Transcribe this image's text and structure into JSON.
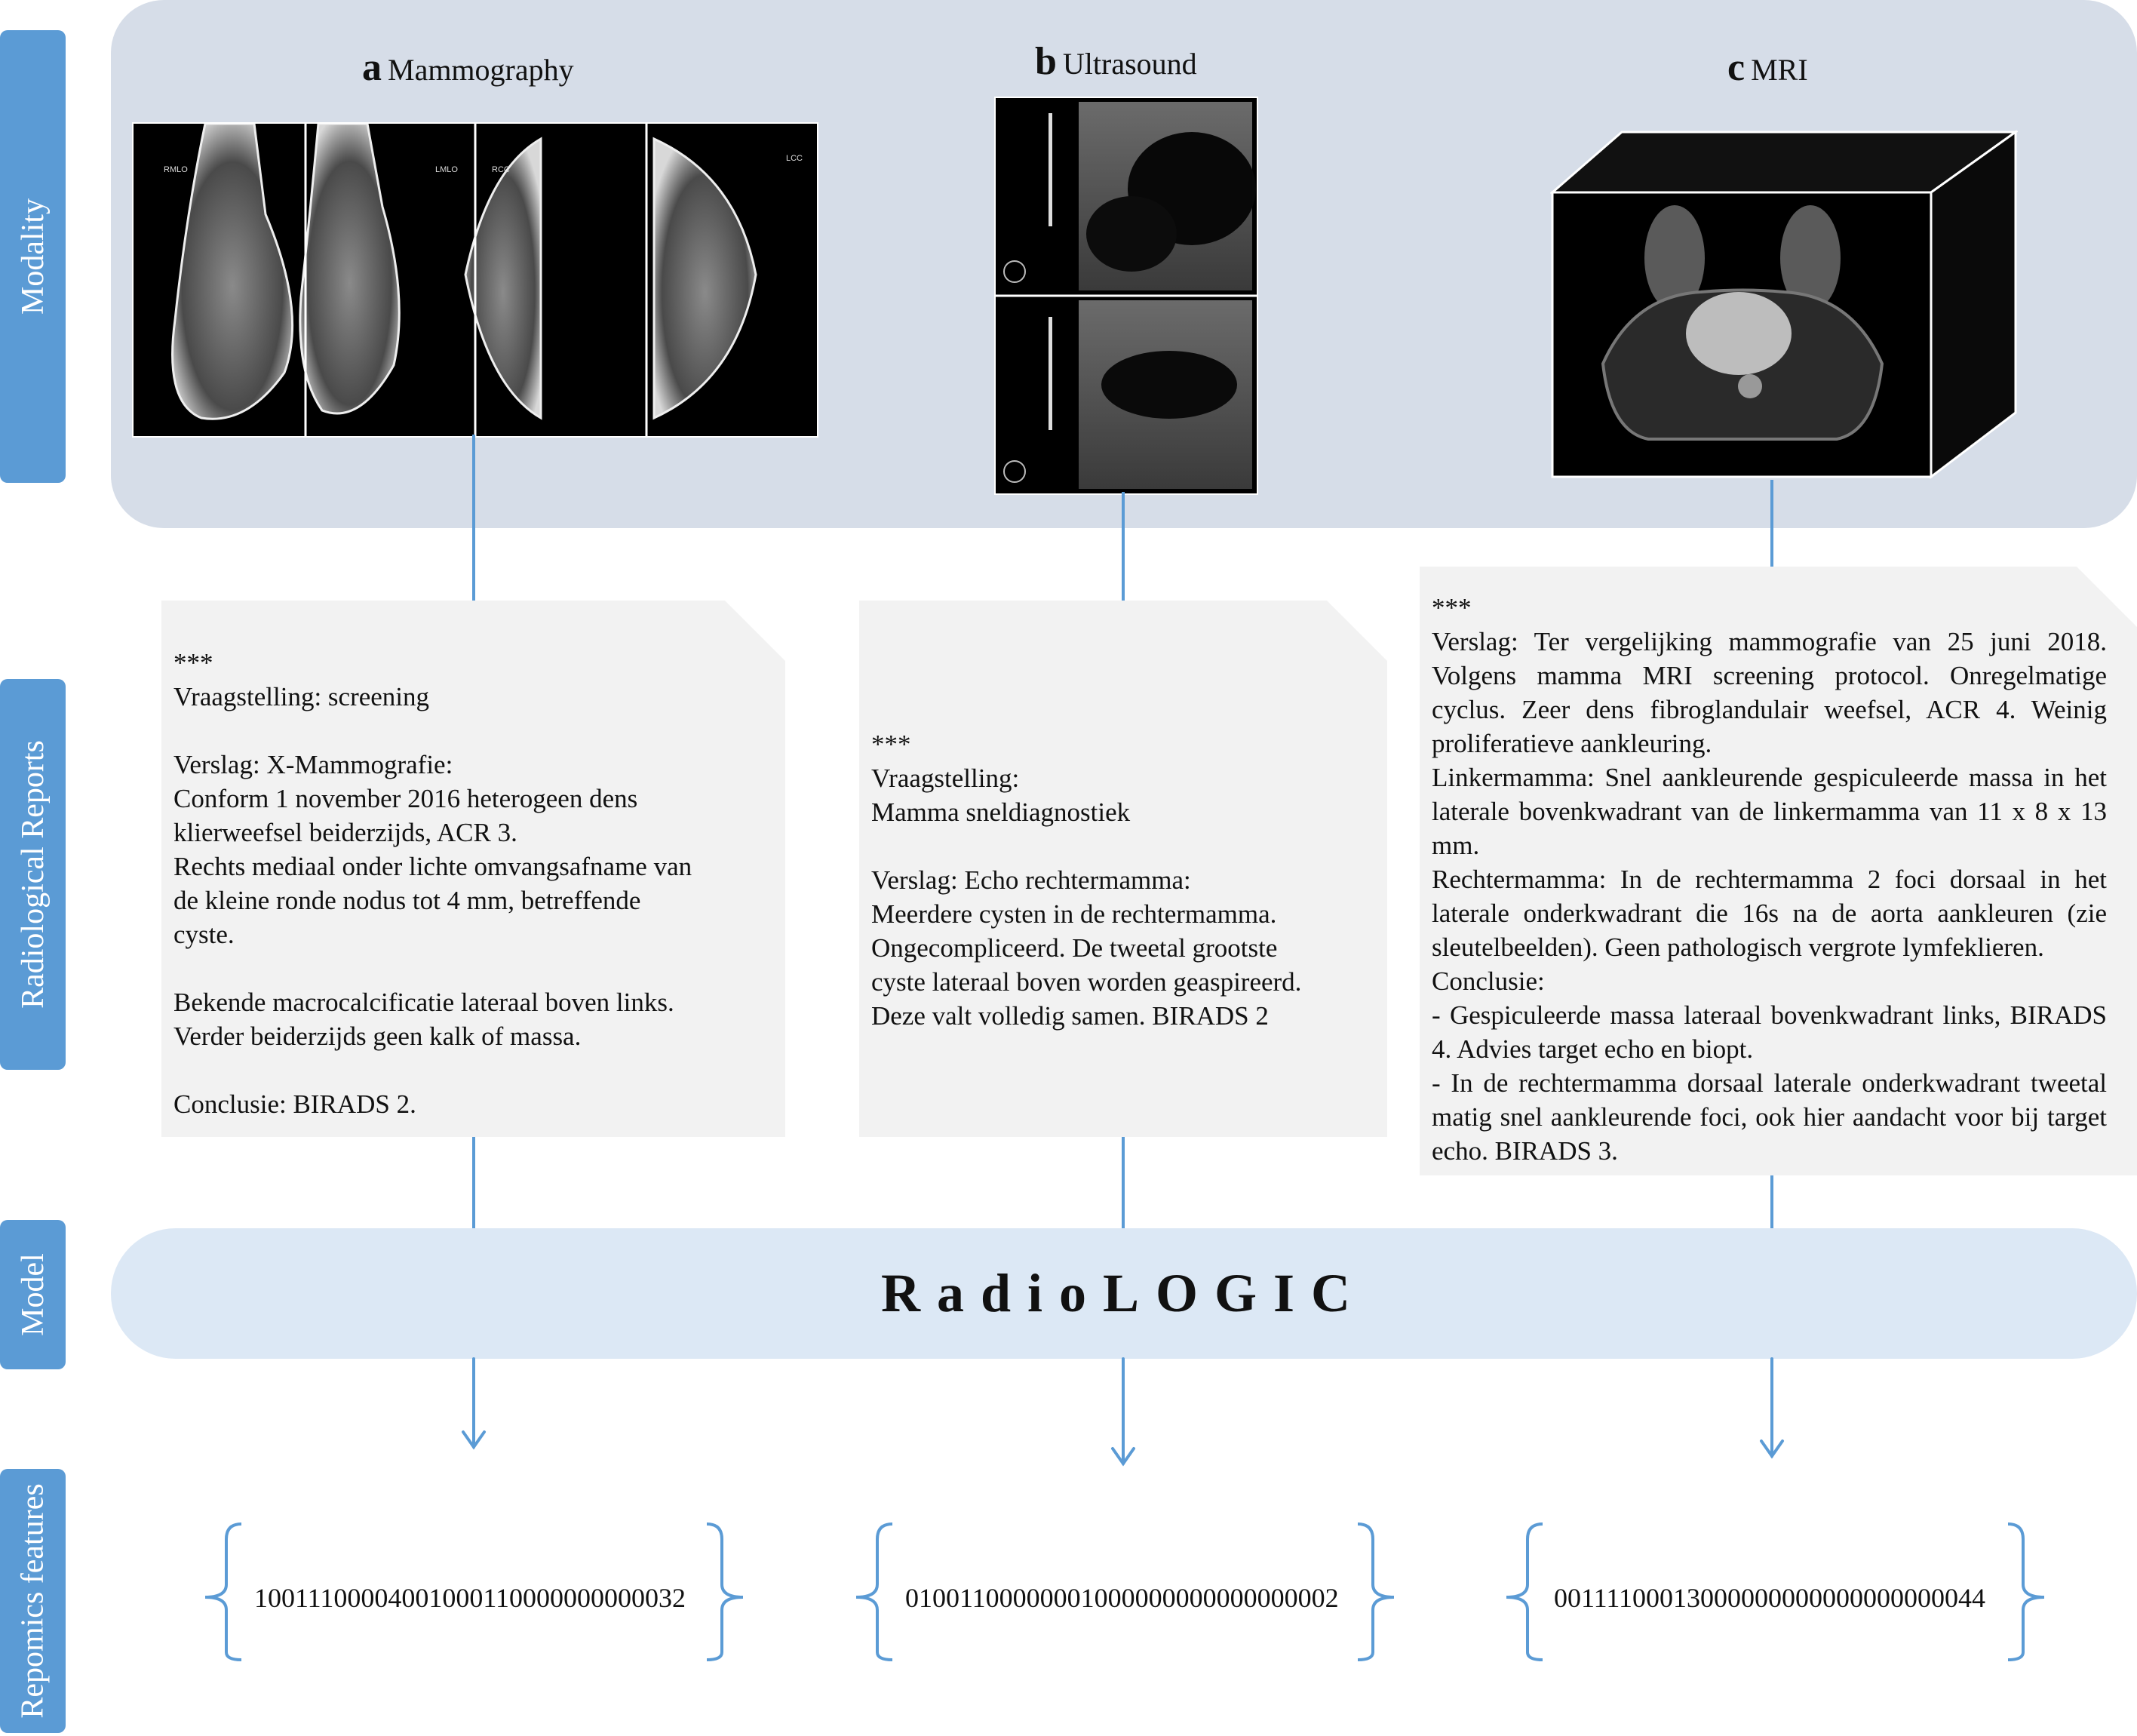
{
  "side_labels": {
    "modality": "Modality",
    "reports": "Radiological Reports",
    "model": "Model",
    "features": "Repomics features"
  },
  "columns": [
    {
      "letter": "a",
      "title": "Mammography",
      "view_labels": [
        "RMLO",
        "LMLO",
        "RCC",
        "LCC"
      ],
      "report": "***\nVraagstelling: screening\n\nVerslag: X-Mammografie:\nConform 1 november 2016 heterogeen dens\nklierweefsel beiderzijds, ACR 3.\nRechts mediaal onder lichte omvangsafname van\nde kleine ronde nodus tot 4 mm, betreffende\ncyste.\n\nBekende macrocalcificatie lateraal boven links.\nVerder beiderzijds geen kalk of massa.\n\nConclusie: BIRADS 2.",
      "feature": "10011100004001000110000000000032"
    },
    {
      "letter": "b",
      "title": "Ultrasound",
      "report": "***\nVraagstelling:\nMamma sneldiagnostiek\n\nVerslag: Echo rechtermamma:\nMeerdere cysten in de rechtermamma.\nOngecompliceerd. De tweetal grootste\ncyste lateraal boven worden geaspireerd.\nDeze valt volledig samen. BIRADS 2",
      "feature": "01001100000001000000000000000002"
    },
    {
      "letter": "c",
      "title": "MRI",
      "report": "***\nVerslag: Ter vergelijking mammografie van 25 juni 2018. Volgens mamma MRI screening protocol. Onregelmatige cyclus. Zeer dens fibroglandulair weefsel, ACR 4. Weinig proliferatieve aankleuring.\nLinkermamma: Snel aankleurende gespiculeerde massa in het laterale bovenkwadrant van de linkermamma van 11 x 8 x 13 mm.\nRechtermamma: In de rechtermamma 2 foci dorsaal in het laterale onderkwadrant die 16s na de aorta aankleuren (zie sleutelbeelden). Geen pathologisch vergrote lymfeklieren.\nConclusie:\n- Gespiculeerde massa lateraal bovenkwadrant links, BIRADS 4. Advies target echo en biopt.\n- In de rechtermamma dorsaal laterale onderkwadrant tweetal matig snel aankleurende foci, ook hier aandacht voor bij target echo. BIRADS 3.",
      "feature": "00111100013000000000000000000044"
    }
  ],
  "model": {
    "name": "RadioLOGIC"
  },
  "colors": {
    "accent": "#5b9bd5",
    "panel": "#d6dde8",
    "model_bar": "#dce8f5",
    "report_bg": "#f2f2f2"
  }
}
